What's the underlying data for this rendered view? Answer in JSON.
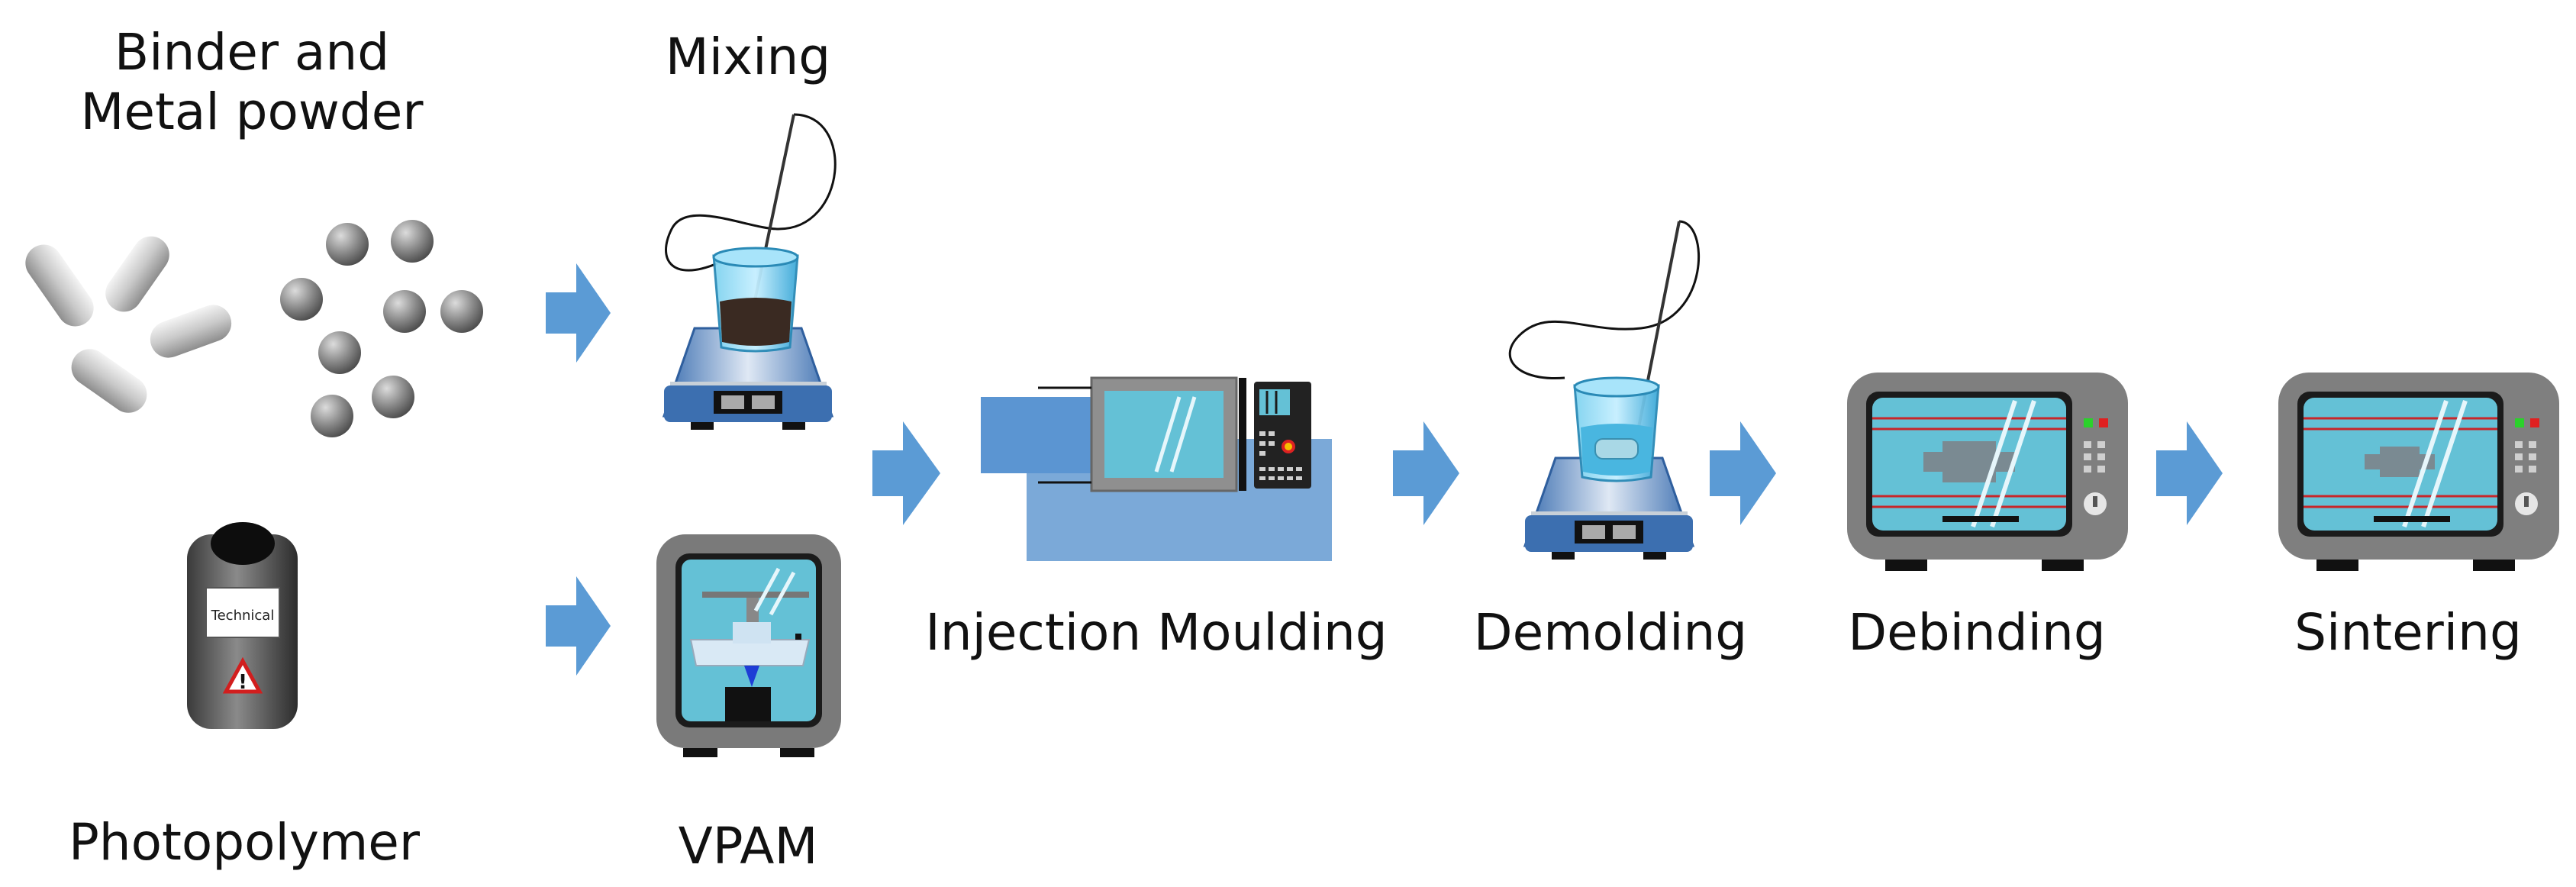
{
  "labels": {
    "binder_line1": "Binder and",
    "binder_line2": "Metal powder",
    "mixing": "Mixing",
    "photopolymer": "Photopolymer",
    "vpam": "VPAM",
    "injection": "Injection Moulding",
    "demolding": "Demolding",
    "debinding": "Debinding",
    "sintering": "Sintering",
    "bottle_tag": "Technical",
    "bottle_warning": "!"
  },
  "colors": {
    "arrow": "#5b9bd5",
    "machine_base": "#7ba9d8",
    "oven_gray": "#7f7f7f",
    "glass": "#64c1d6",
    "liquid": "#49b6e0",
    "slurry": "#3a2a22",
    "heating_lines": "#c8262a"
  }
}
